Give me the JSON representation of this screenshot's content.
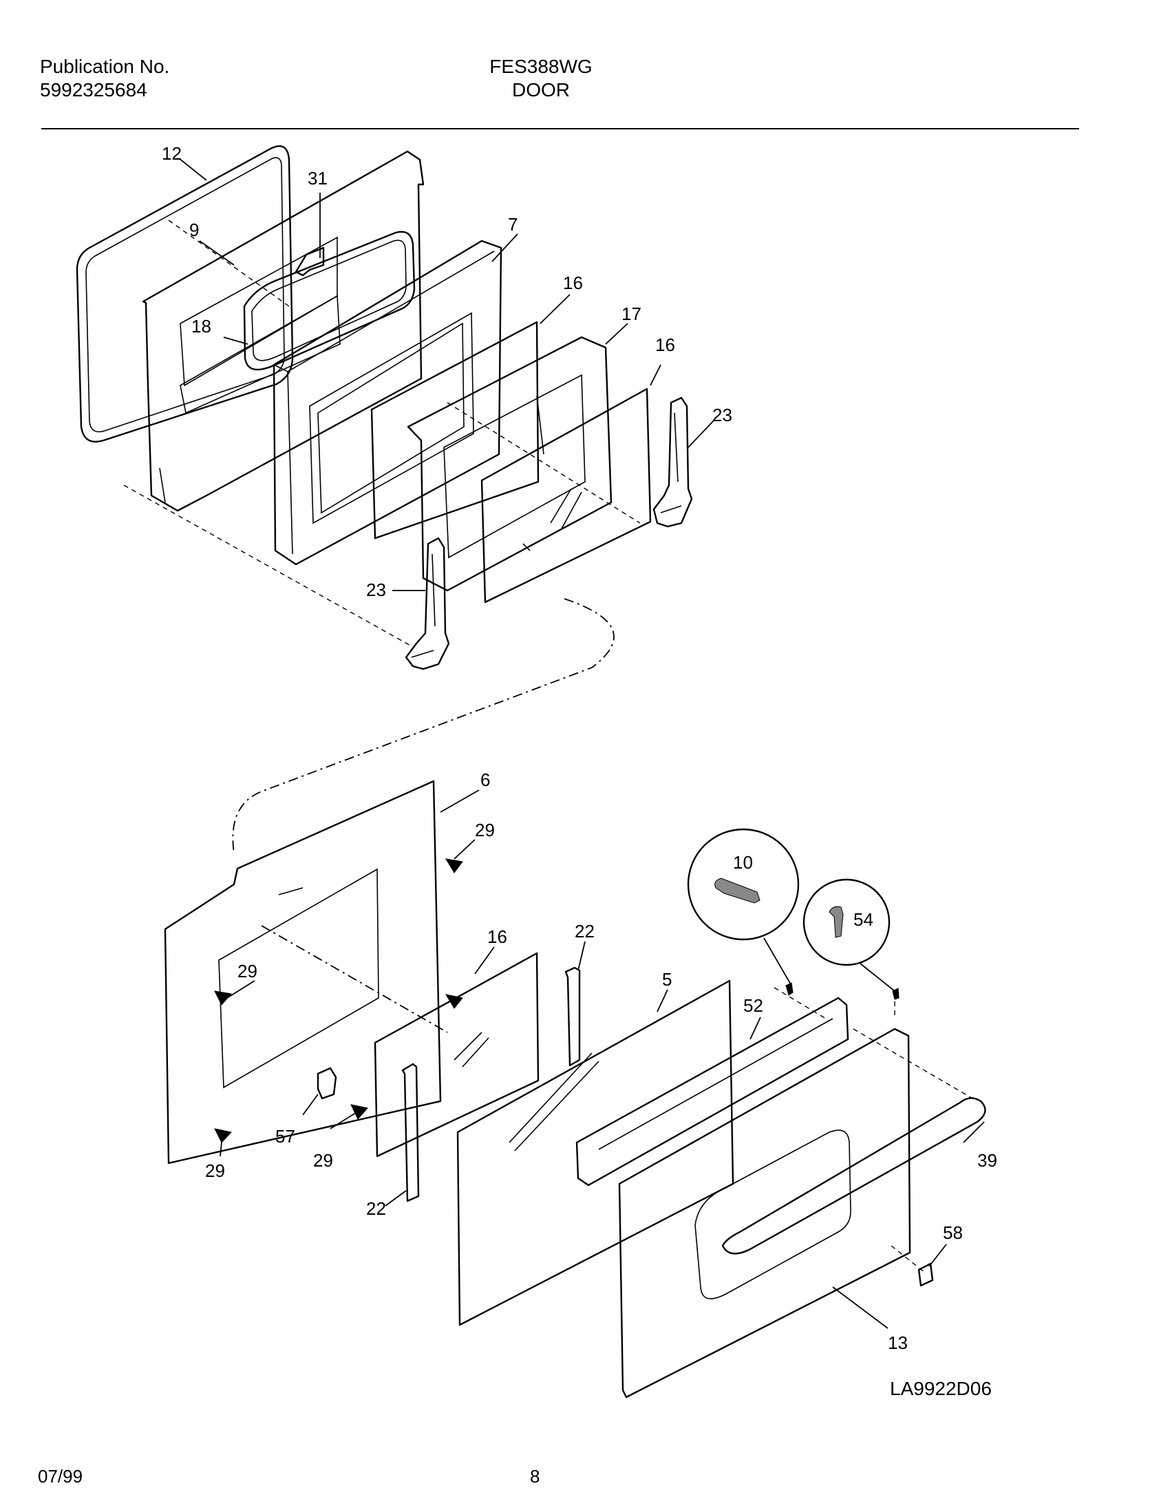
{
  "header": {
    "publication_label": "Publication No.",
    "publication_number": "5992325684",
    "model": "FES388WG",
    "section": "DOOR"
  },
  "footer": {
    "date": "07/99",
    "page": "8"
  },
  "diagram_code": "LA9922D06",
  "callouts": {
    "c12": "12",
    "c31": "31",
    "c9": "9",
    "c7": "7",
    "c16a": "16",
    "c17": "17",
    "c16b": "16",
    "c18": "18",
    "c23a": "23",
    "c23b": "23",
    "c6": "6",
    "c29a": "29",
    "c10": "10",
    "c54": "54",
    "c16c": "16",
    "c22a": "22",
    "c29b": "29",
    "c5": "5",
    "c52": "52",
    "c57": "57",
    "c29c": "29",
    "c29d": "29",
    "c39": "39",
    "c22b": "22",
    "c58": "58",
    "c13": "13"
  }
}
